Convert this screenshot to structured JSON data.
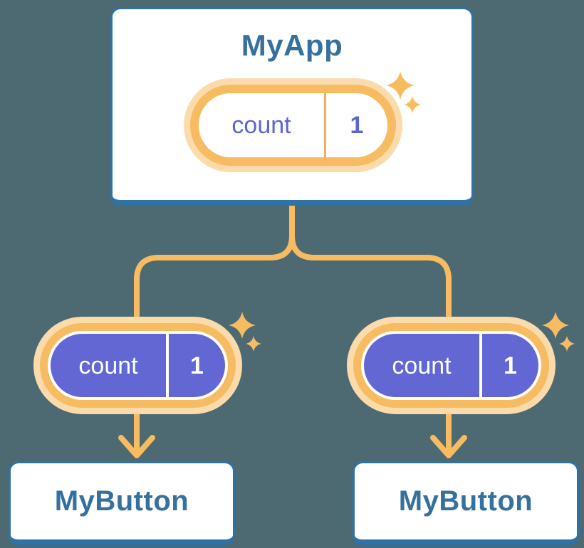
{
  "colors": {
    "background": "#4D6972",
    "card_bg": "#FFFFFF",
    "card_border": "#2E72A6",
    "title_text": "#35719E",
    "accent_orange": "#F7BC61",
    "accent_orange_glow": "#FBDBAB",
    "pill_divider_light": "#F2AE55",
    "state_purple": "#6267D4",
    "state_text_light_pill": "#5E64D0",
    "state_text_dark_pill": "#FFFFFF"
  },
  "icons": {
    "sparkle": "four-point-star",
    "arrow": "arrow-down-chevron"
  },
  "diagram": {
    "root": {
      "title": "MyApp",
      "state": {
        "name": "count",
        "value": "1"
      }
    },
    "children": [
      {
        "title": "MyButton",
        "prop": {
          "name": "count",
          "value": "1"
        }
      },
      {
        "title": "MyButton",
        "prop": {
          "name": "count",
          "value": "1"
        }
      }
    ]
  }
}
